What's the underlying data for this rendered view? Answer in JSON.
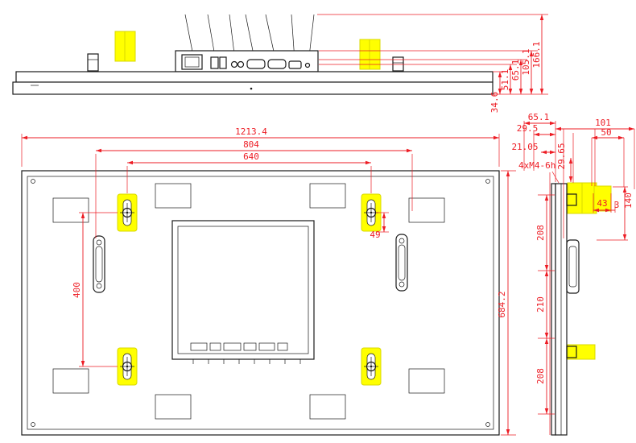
{
  "drawing_type": "technical-drawing",
  "colors": {
    "line": "#1a1a1a",
    "dimension": "#ed1c24",
    "highlight": "#ffff00"
  },
  "dims": {
    "top_view": {
      "t34_6": "34.6",
      "t51_1": "51.1",
      "t65_1": "65.1",
      "t105_1": "105.1",
      "t166_1": "166.1"
    },
    "rear_view": {
      "overall_width": "1213.4",
      "outer_span": "804",
      "inner_span": "640",
      "vertical_span": "400",
      "overall_height": "684.2",
      "hole_offset": "49"
    },
    "side_view": {
      "note": "4xM4-6h",
      "w65_1": "65.1",
      "w101": "101",
      "w50": "50",
      "w29_5": "29.5",
      "w21_05": "21.05",
      "w29_65": "29.65",
      "h140": "140",
      "w43": "43",
      "w3": "3",
      "seg_top": "208",
      "seg_mid": "210",
      "seg_bot": "208"
    }
  }
}
